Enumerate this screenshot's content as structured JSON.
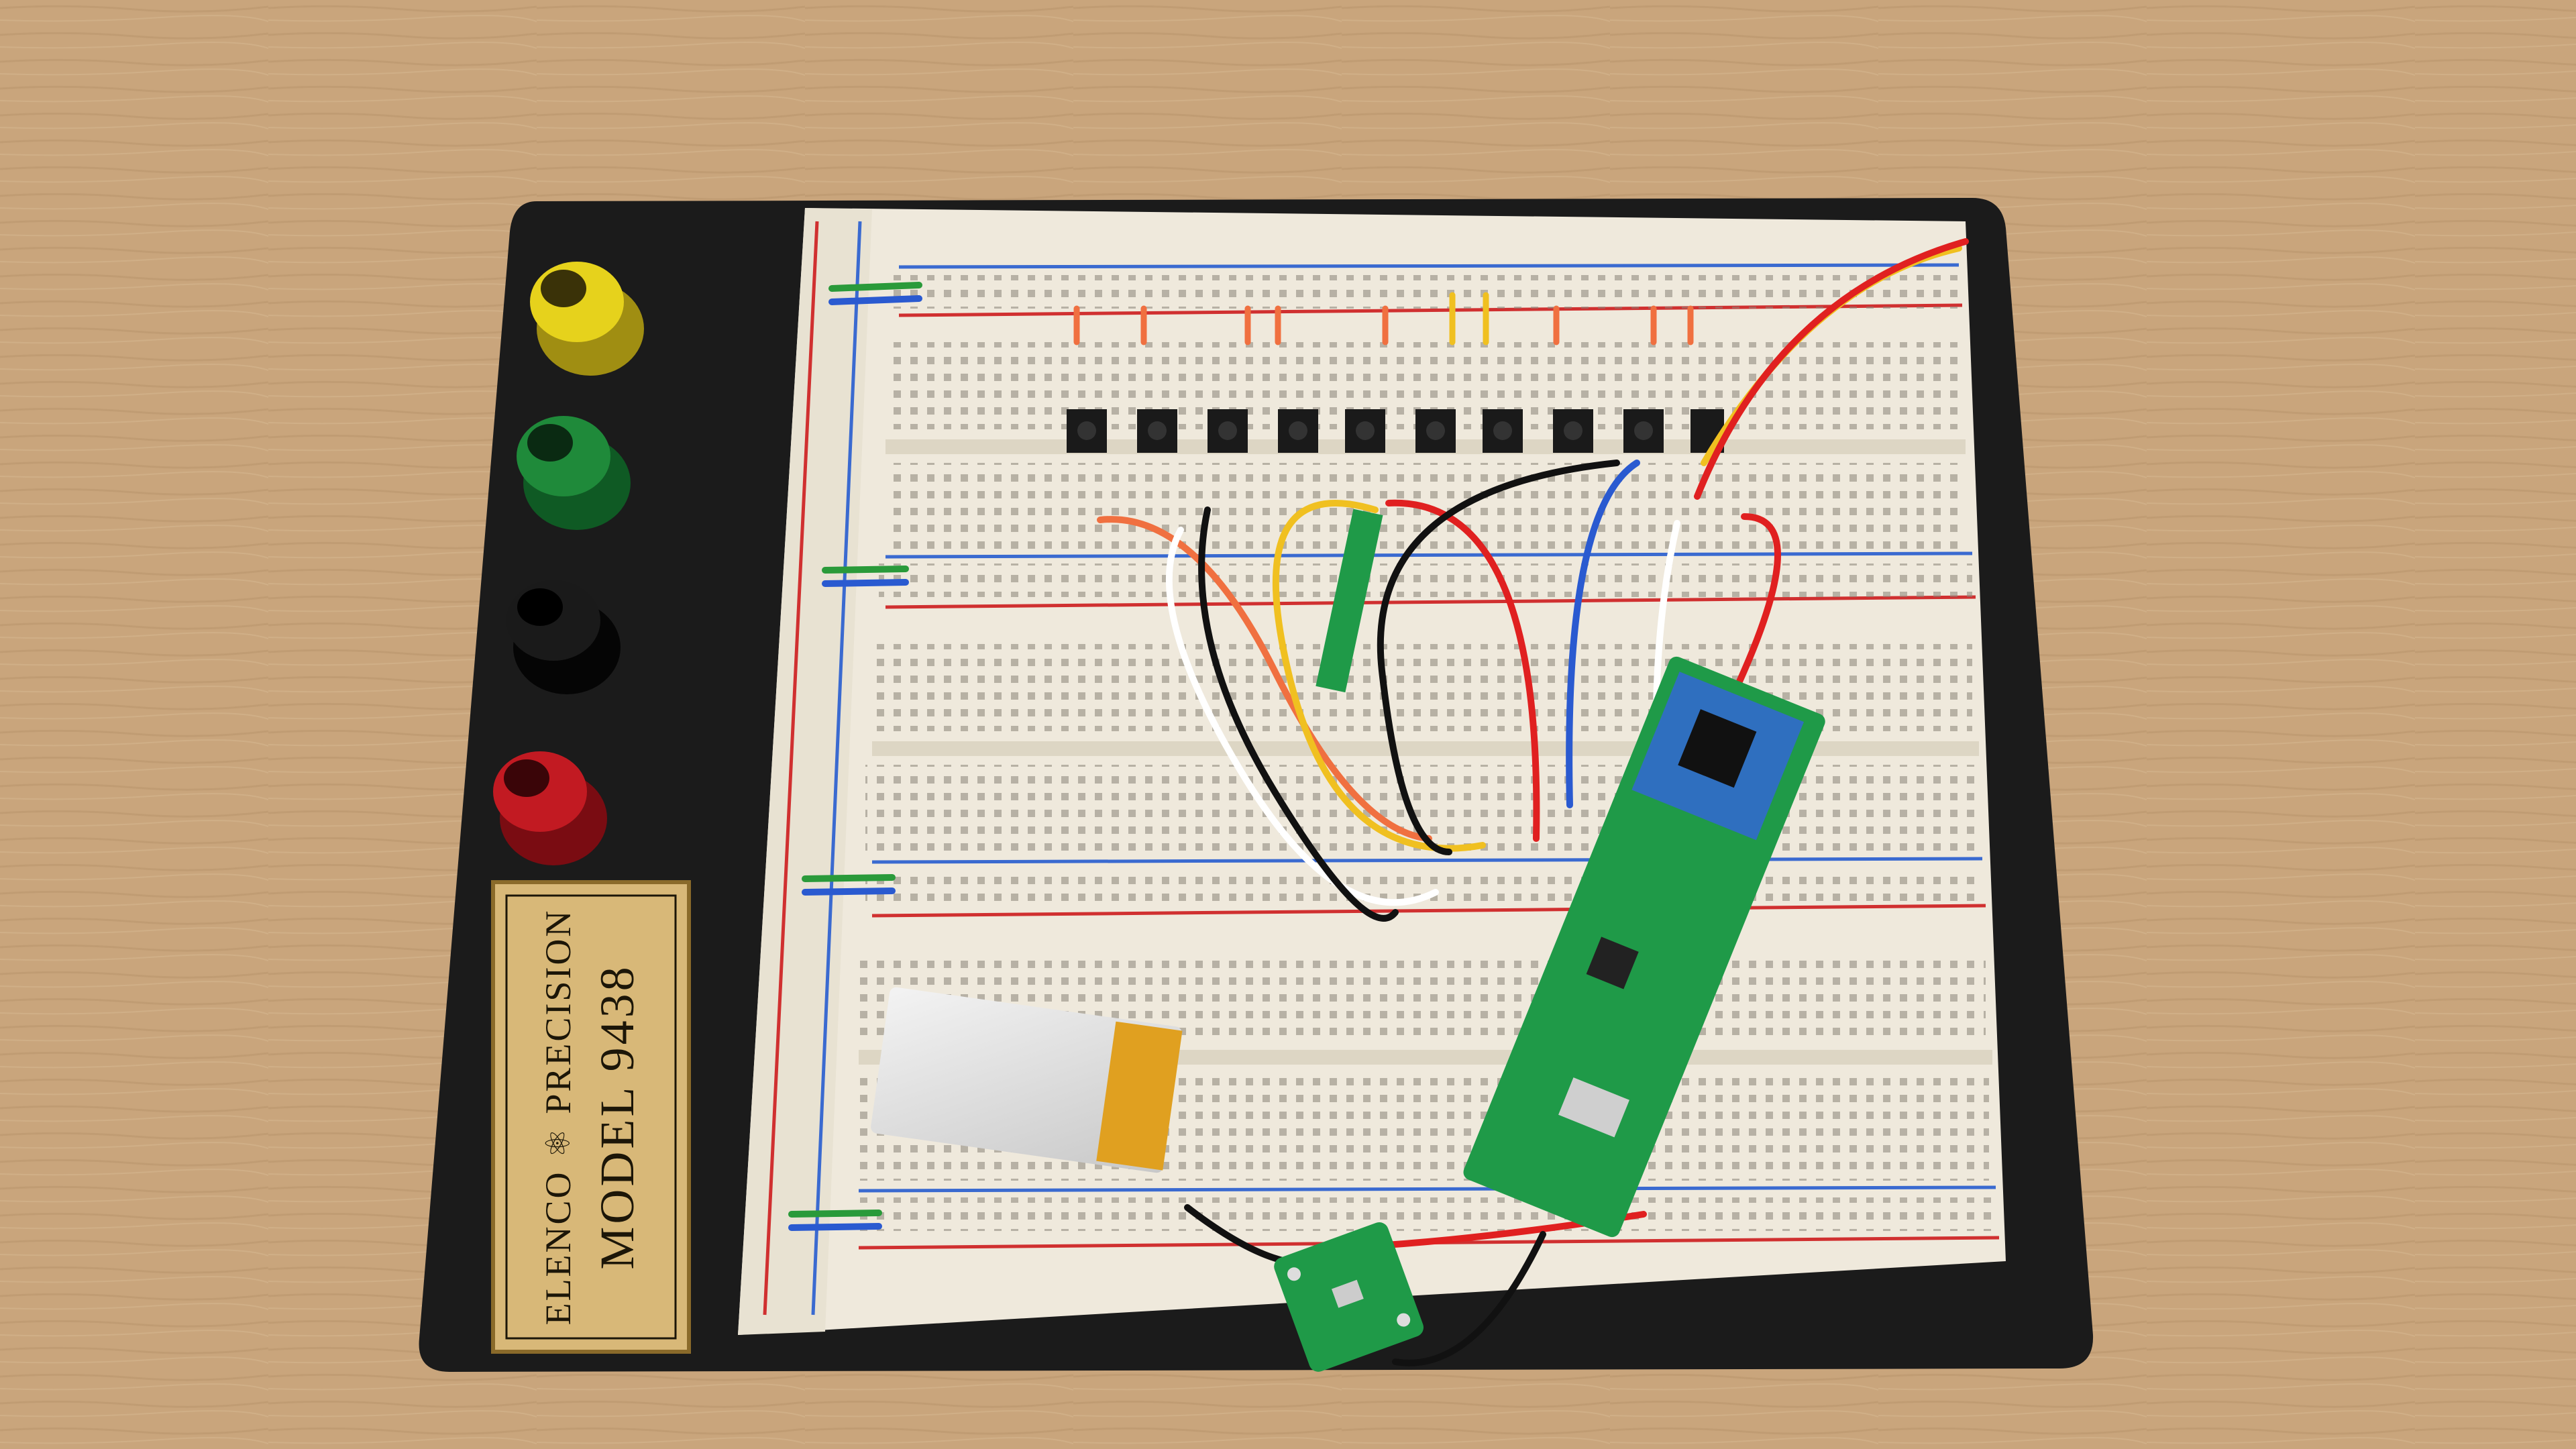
{
  "photo": {
    "subject": "Solderless breadboard prototype with Bluetooth module and LiPo battery",
    "colors": {
      "table": "#c9a57c",
      "base": "#1b1b1b",
      "breadboard": "#efe9dc",
      "brass": "#d8b878",
      "pcb": "#1f9a48",
      "bt_module": "#2f6fbf"
    }
  },
  "label_plate": {
    "brand": "ELENCO",
    "brand_suffix": "PRECISION",
    "model": "MODEL 9438",
    "logo_icon": "atom-icon"
  },
  "binding_posts": [
    {
      "color": "#e6d21c",
      "name": "yellow"
    },
    {
      "color": "#1f8a3a",
      "name": "green"
    },
    {
      "color": "#111111",
      "name": "black"
    },
    {
      "color": "#c21a22",
      "name": "red"
    }
  ],
  "buttons": 10
}
